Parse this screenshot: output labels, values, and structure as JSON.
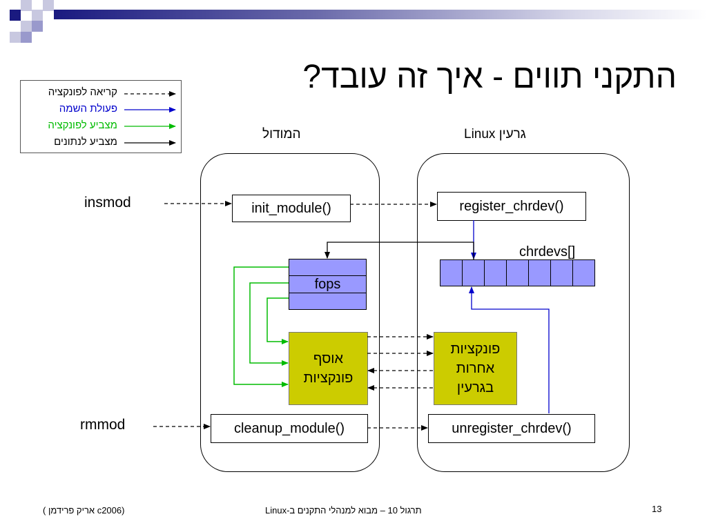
{
  "title": "התקני תווים - איך זה עובד?",
  "legend": {
    "items": [
      {
        "label": "קריאה לפונקציה",
        "color": "#000000",
        "style": "dashed"
      },
      {
        "label": "פעולת השמה",
        "color": "#0000cc",
        "style": "solid"
      },
      {
        "label": "מצביע לפונקציה",
        "color": "#00bb00",
        "style": "solid"
      },
      {
        "label": "מצביע לנתונים",
        "color": "#000000",
        "style": "solid"
      }
    ]
  },
  "columns": {
    "module_label": "המודול",
    "kernel_label": "גרעין Linux"
  },
  "commands": {
    "insmod": "insmod",
    "rmmod": "rmmod"
  },
  "module": {
    "init": "init_module()",
    "fops": "fops",
    "functions": "אוסף\nפונקציות",
    "cleanup": "cleanup_module()"
  },
  "kernel": {
    "register": "register_chrdev()",
    "chrdevs": "chrdevs[]",
    "other_functions": "פונקציות\nאחרות\nבגרעין",
    "unregister": "unregister_chrdev()"
  },
  "footer": {
    "left": "(c2006 אריק פרידמן )",
    "center": "תרגול 10 – מבוא למנהלי התקנים ב-Linux",
    "page": "13"
  },
  "colors": {
    "decoration_dark": "#1a1a80",
    "decoration_light": "#9999cc",
    "yellow": "#cccc00",
    "array_cell": "#9999ff",
    "green": "#00bb00",
    "blue": "#0000cc"
  }
}
